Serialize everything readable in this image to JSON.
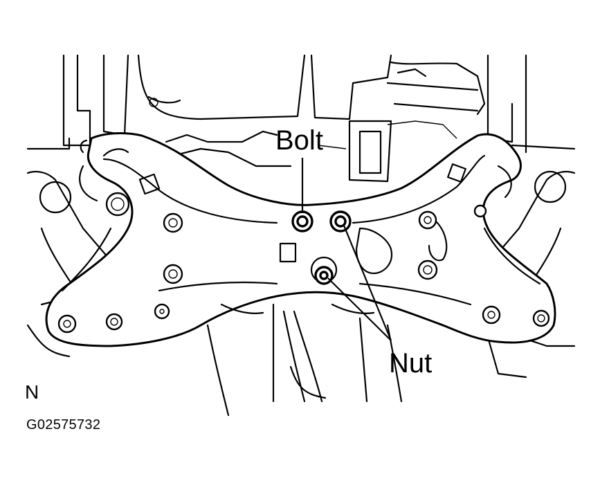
{
  "labels": {
    "bolt": "Bolt",
    "nut": "Nut",
    "north": "N",
    "figure_code": "G02575732"
  }
}
